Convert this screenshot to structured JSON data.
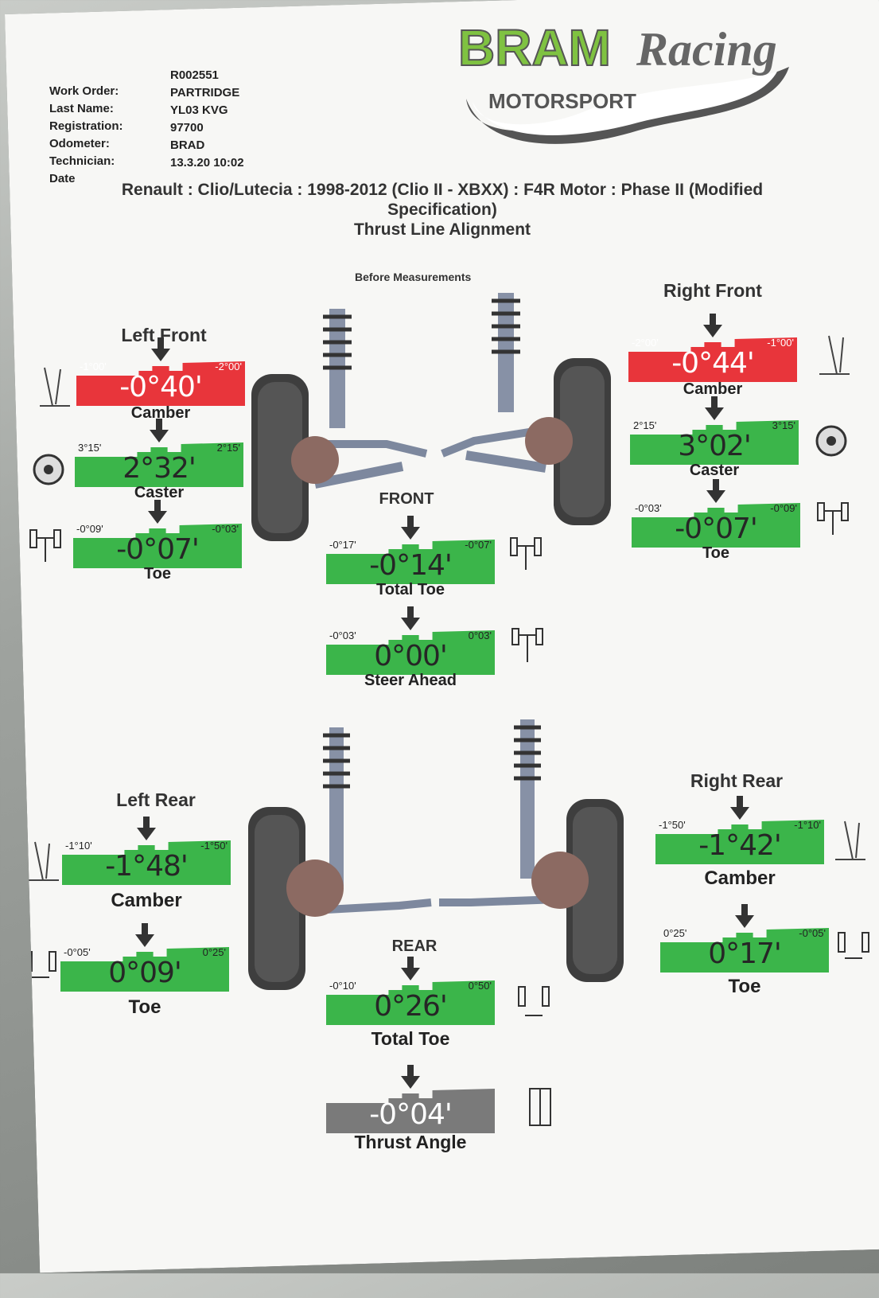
{
  "header": {
    "labels": [
      "Work Order:",
      "Last Name:",
      "Registration:",
      "Odometer:",
      "Technician:",
      "Date"
    ],
    "values": [
      "R002551",
      "PARTRIDGE",
      "YL03 KVG",
      "97700",
      "BRAD",
      "13.3.20 10:02"
    ]
  },
  "logo": {
    "brand1": "BRAM",
    "brand2": "Racing",
    "sub": "MOTORSPORT",
    "colors": {
      "green": "#7fc241",
      "grey": "#6b6b6b"
    }
  },
  "title": {
    "line1": "Renault : Clio/Lutecia : 1998-2012 (Clio II - XBXX) : F4R Motor : Phase II (Modified",
    "line2": "Specification)",
    "line3": "Thrust Line Alignment"
  },
  "section": {
    "before": "Before Measurements"
  },
  "front": {
    "left_title": "Left Front",
    "right_title": "Right Front",
    "center_title": "FRONT",
    "lf_camber": {
      "lo": "-1°00'",
      "hi": "-2°00'",
      "value": "-0°40",
      "label": "Camber",
      "status": "out"
    },
    "lf_caster": {
      "lo": "3°15'",
      "hi": "2°15'",
      "value": "2°32",
      "label": "Caster",
      "status": "ok"
    },
    "lf_toe": {
      "lo": "-0°09'",
      "hi": "-0°03'",
      "value": "-0°07",
      "label": "Toe",
      "status": "ok"
    },
    "rf_camber": {
      "lo": "-2°00'",
      "hi": "-1°00'",
      "value": "-0°44",
      "label": "Camber",
      "status": "out"
    },
    "rf_caster": {
      "lo": "2°15'",
      "hi": "3°15'",
      "value": "3°02",
      "label": "Caster",
      "status": "ok"
    },
    "rf_toe": {
      "lo": "-0°03'",
      "hi": "-0°09'",
      "value": "-0°07",
      "label": "Toe",
      "status": "ok"
    },
    "total_toe": {
      "lo": "-0°17'",
      "hi": "-0°07'",
      "value": "-0°14",
      "label": "Total Toe",
      "status": "ok"
    },
    "steer_ahead": {
      "lo": "-0°03'",
      "hi": "0°03'",
      "value": "0°00",
      "label": "Steer Ahead",
      "status": "ok"
    }
  },
  "rear": {
    "left_title": "Left Rear",
    "right_title": "Right Rear",
    "center_title": "REAR",
    "lr_camber": {
      "lo": "-1°10'",
      "hi": "-1°50'",
      "value": "-1°48",
      "label": "Camber",
      "status": "ok"
    },
    "lr_toe": {
      "lo": "-0°05'",
      "hi": "0°25'",
      "value": "0°09",
      "label": "Toe",
      "status": "ok"
    },
    "rr_camber": {
      "lo": "-1°50'",
      "hi": "-1°10'",
      "value": "-1°42",
      "label": "Camber",
      "status": "ok"
    },
    "rr_toe": {
      "lo": "0°25'",
      "hi": "-0°05'",
      "value": "0°17",
      "label": "Toe",
      "status": "ok"
    },
    "total_toe": {
      "lo": "-0°10'",
      "hi": "0°50'",
      "value": "0°26",
      "label": "Total Toe",
      "status": "ok"
    },
    "thrust_angle": {
      "lo": "",
      "hi": "",
      "value": "-0°04",
      "label": "Thrust Angle",
      "status": "neutral"
    }
  },
  "colors": {
    "ok": "#3bb54a",
    "out": "#e8353b",
    "neutral": "#7a7a7a"
  },
  "prime": "'"
}
